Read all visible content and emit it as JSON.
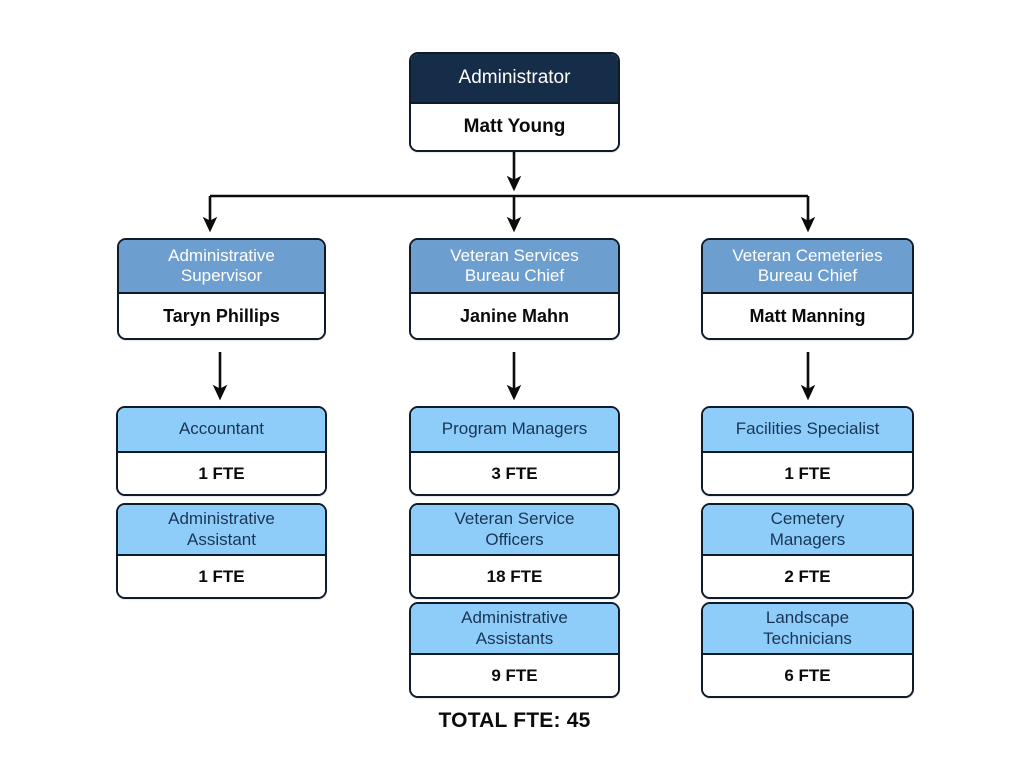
{
  "chart_data": {
    "type": "diagram",
    "diagram_kind": "organizational-chart",
    "title": "",
    "total_label": "TOTAL FTE: 45",
    "total_fte": 45,
    "colors": {
      "level1_header": "#152d49",
      "level2_header": "#6c9fd0",
      "level3_header": "#8ecdfa",
      "border": "#0d1b2a",
      "body_background": "#ffffff",
      "level1_header_text": "#ffffff",
      "level2_header_text": "#ffffff",
      "level3_header_text": "#1a3553",
      "body_text": "#0b0b0b",
      "connector": "#0b0b0b",
      "page_background": "#ffffff"
    }
  },
  "root": {
    "title": "Administrator",
    "name": "Matt Young"
  },
  "branches": [
    {
      "lead": {
        "title_line1": "Administrative",
        "title_line2": "Supervisor",
        "title": "Administrative Supervisor",
        "name": "Taryn Phillips"
      },
      "staff": [
        {
          "title_line1": "Accountant",
          "title_line2": "",
          "title": "Accountant",
          "fte": "1 FTE",
          "fte_value": 1
        },
        {
          "title_line1": "Administrative",
          "title_line2": "Assistant",
          "title": "Administrative Assistant",
          "fte": "1 FTE",
          "fte_value": 1
        }
      ]
    },
    {
      "lead": {
        "title_line1": "Veteran Services",
        "title_line2": "Bureau Chief",
        "title": "Veteran Services Bureau Chief",
        "name": "Janine Mahn"
      },
      "staff": [
        {
          "title_line1": "Program Managers",
          "title_line2": "",
          "title": "Program Managers",
          "fte": "3 FTE",
          "fte_value": 3
        },
        {
          "title_line1": "Veteran Service",
          "title_line2": "Officers",
          "title": "Veteran Service Officers",
          "fte": "18 FTE",
          "fte_value": 18
        },
        {
          "title_line1": "Administrative",
          "title_line2": "Assistants",
          "title": "Administrative Assistants",
          "fte": "9 FTE",
          "fte_value": 9
        }
      ]
    },
    {
      "lead": {
        "title_line1": "Veteran Cemeteries",
        "title_line2": "Bureau Chief",
        "title": "Veteran Cemeteries Bureau Chief",
        "name": "Matt Manning"
      },
      "staff": [
        {
          "title_line1": "Facilities Specialist",
          "title_line2": "",
          "title": "Facilities Specialist",
          "fte": "1 FTE",
          "fte_value": 1
        },
        {
          "title_line1": "Cemetery",
          "title_line2": "Managers",
          "title": "Cemetery Managers",
          "fte": "2 FTE",
          "fte_value": 2
        },
        {
          "title_line1": "Landscape",
          "title_line2": "Technicians",
          "title": "Landscape Technicians",
          "fte": "6 FTE",
          "fte_value": 6
        }
      ]
    }
  ]
}
